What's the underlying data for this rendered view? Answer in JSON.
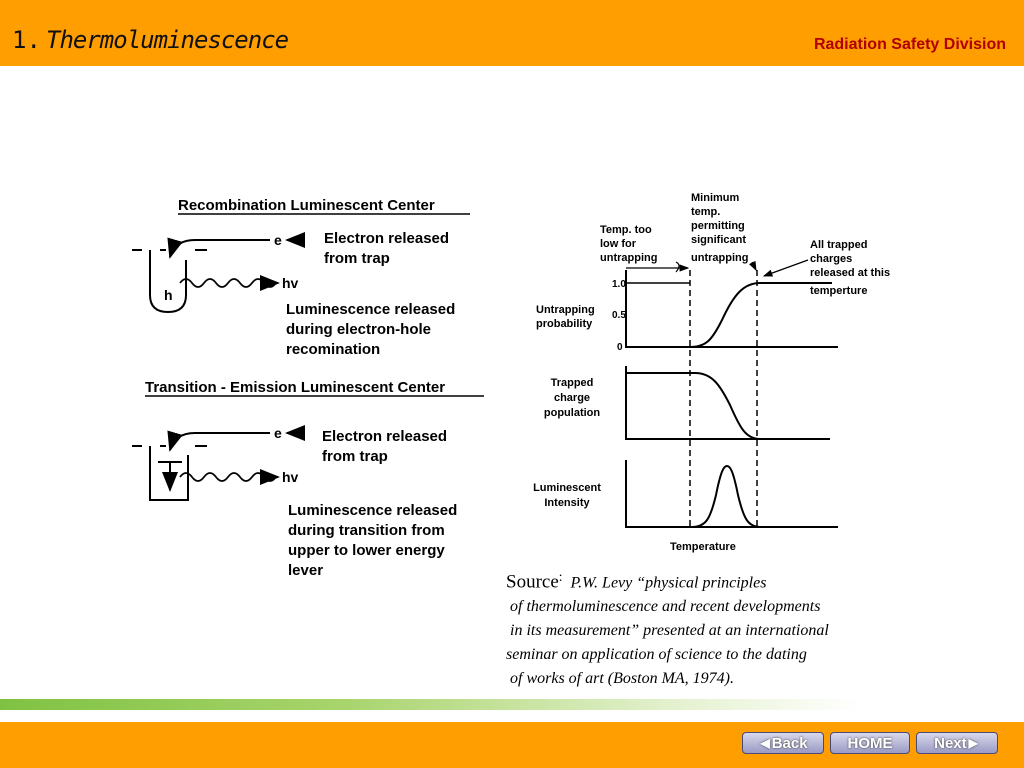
{
  "header": {
    "number": "1.",
    "title": "Thermoluminescence",
    "division": "Radiation Safety Division"
  },
  "diagram_left": {
    "recombination": {
      "title": "Recombination Luminescent Center",
      "electron_symbol": "e",
      "hole_symbol": "h",
      "photon_symbol": "hv",
      "electron_label_line1": "Electron released",
      "electron_label_line2": "from trap",
      "lum_line1": "Luminescence released",
      "lum_line2": "during electron-hole",
      "lum_line3": "recomination"
    },
    "transition": {
      "title": "Transition - Emission Luminescent Center",
      "electron_symbol": "e",
      "photon_symbol": "hv",
      "electron_label_line1": "Electron released",
      "electron_label_line2": "from trap",
      "lum_line1": "Luminescence released",
      "lum_line2": "during transition from",
      "lum_line3": "upper to lower energy",
      "lum_line4": "lever"
    }
  },
  "diagram_right": {
    "temp_too_low_line1": "Temp. too",
    "temp_too_low_line2": "low for",
    "temp_too_low_line3": "untrapping",
    "min_temp_line1": "Minimum",
    "min_temp_line2": "temp.",
    "min_temp_line3": "permitting",
    "min_temp_line4": "significant",
    "min_temp_line5": "untrapping",
    "all_trapped_line1": "All trapped",
    "all_trapped_line2": "charges",
    "all_trapped_line3": "released at this",
    "all_trapped_line4": "temperture",
    "untrap_label_line1": "Untrapping",
    "untrap_label_line2": "probability",
    "tick_1": "1.0",
    "tick_05": "0.5",
    "tick_0": "0",
    "trapped_label_line1": "Trapped",
    "trapped_label_line2": "charge",
    "trapped_label_line3": "population",
    "lum_label_line1": "Luminescent",
    "lum_label_line2": "Intensity",
    "x_label": "Temperature"
  },
  "source": {
    "label": "Source",
    "colon": ":",
    "line1": "P.W. Levy “physical principles",
    "line2": "of thermoluminescence and recent developments",
    "line3": "in its measurement”  presented at an international",
    "line4": "seminar on application of science to the dating",
    "line5": "of works of art (Boston MA, 1974)."
  },
  "nav": {
    "back": "Back",
    "home": "HOME",
    "next": "Next"
  },
  "colors": {
    "bar": "#ff9e00",
    "division_text": "#b00000",
    "gradient_start": "#7fc243"
  }
}
